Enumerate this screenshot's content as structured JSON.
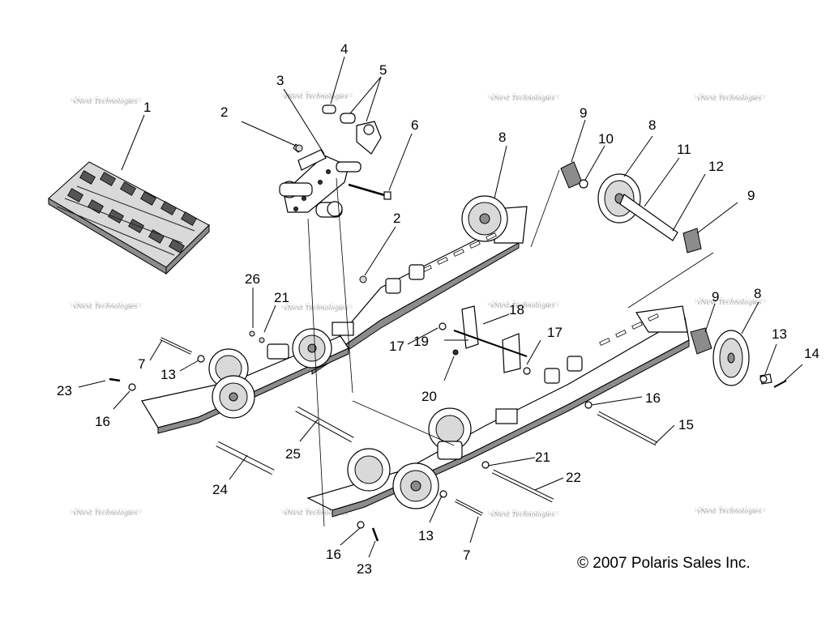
{
  "diagram": {
    "callouts": [
      "1",
      "2",
      "3",
      "4",
      "5",
      "6",
      "2",
      "8",
      "9",
      "10",
      "8",
      "11",
      "12",
      "9",
      "26",
      "21",
      "18",
      "17",
      "19",
      "17",
      "20",
      "9",
      "8",
      "7",
      "13",
      "13",
      "14",
      "23",
      "16",
      "16",
      "15",
      "25",
      "21",
      "22",
      "24",
      "13",
      "7",
      "16",
      "23"
    ],
    "watermark": "vNext Technologies",
    "copyright": "© 2007 Polaris Sales Inc."
  }
}
